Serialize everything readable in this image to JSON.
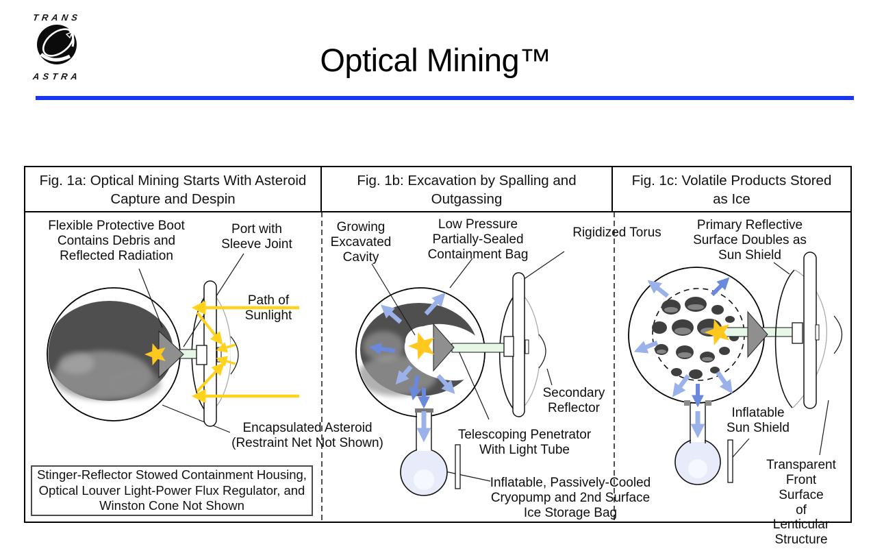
{
  "logo": {
    "top": "TRANS",
    "bottom": "ASTRA"
  },
  "title": "Optical Mining™",
  "colors": {
    "accent_blue": "#1837EF",
    "sunlight_yellow": "#FFD21E",
    "star_yellow": "#FFC81E",
    "vapor_blue_light": "#9BB1EA",
    "vapor_blue_dark": "#6A89DC",
    "light_tube_green": "#E7F7E7",
    "ice_fill": "#E8ECFA"
  },
  "figure": {
    "panels": [
      {
        "id": "1a",
        "header": "Fig. 1a: Optical Mining Starts With Asteroid\nCapture and Despin",
        "labels": {
          "flexible_boot": "Flexible Protective Boot\nContains Debris and\nReflected Radiation",
          "port_sleeve": "Port with\nSleeve Joint",
          "path_of_sunlight": "Path of\nSunlight",
          "encapsulated_asteroid": "Encapsulated Asteroid\n(Restraint Net Not Shown)",
          "stowed_note": "Stinger-Reflector Stowed Containment Housing,\nOptical Louver Light-Power Flux Regulator, and\nWinston Cone Not Shown"
        }
      },
      {
        "id": "1b",
        "header": "Fig. 1b: Excavation by Spalling and\nOutgassing",
        "labels": {
          "growing_cavity": "Growing\nExcavated\nCavity",
          "containment_bag": "Low Pressure\nPartially-Sealed\nContainment Bag",
          "rigidized_torus": "Rigidized Torus",
          "secondary_reflector": "Secondary\nReflector",
          "telescoping_penetrator": "Telescoping Penetrator\nWith Light Tube",
          "cryopump": "Inflatable, Passively-Cooled\nCryopump and 2nd Surface\nIce Storage Bag"
        }
      },
      {
        "id": "1c",
        "header": "Fig. 1c: Volatile Products Stored\nas Ice",
        "labels": {
          "primary_reflective": "Primary Reflective\nSurface Doubles as\nSun Shield",
          "inflatable_sun_shield": "Inflatable\nSun Shield",
          "transparent_front": "Transparent\nFront Surface\nof Lenticular\nStructure"
        }
      }
    ]
  }
}
